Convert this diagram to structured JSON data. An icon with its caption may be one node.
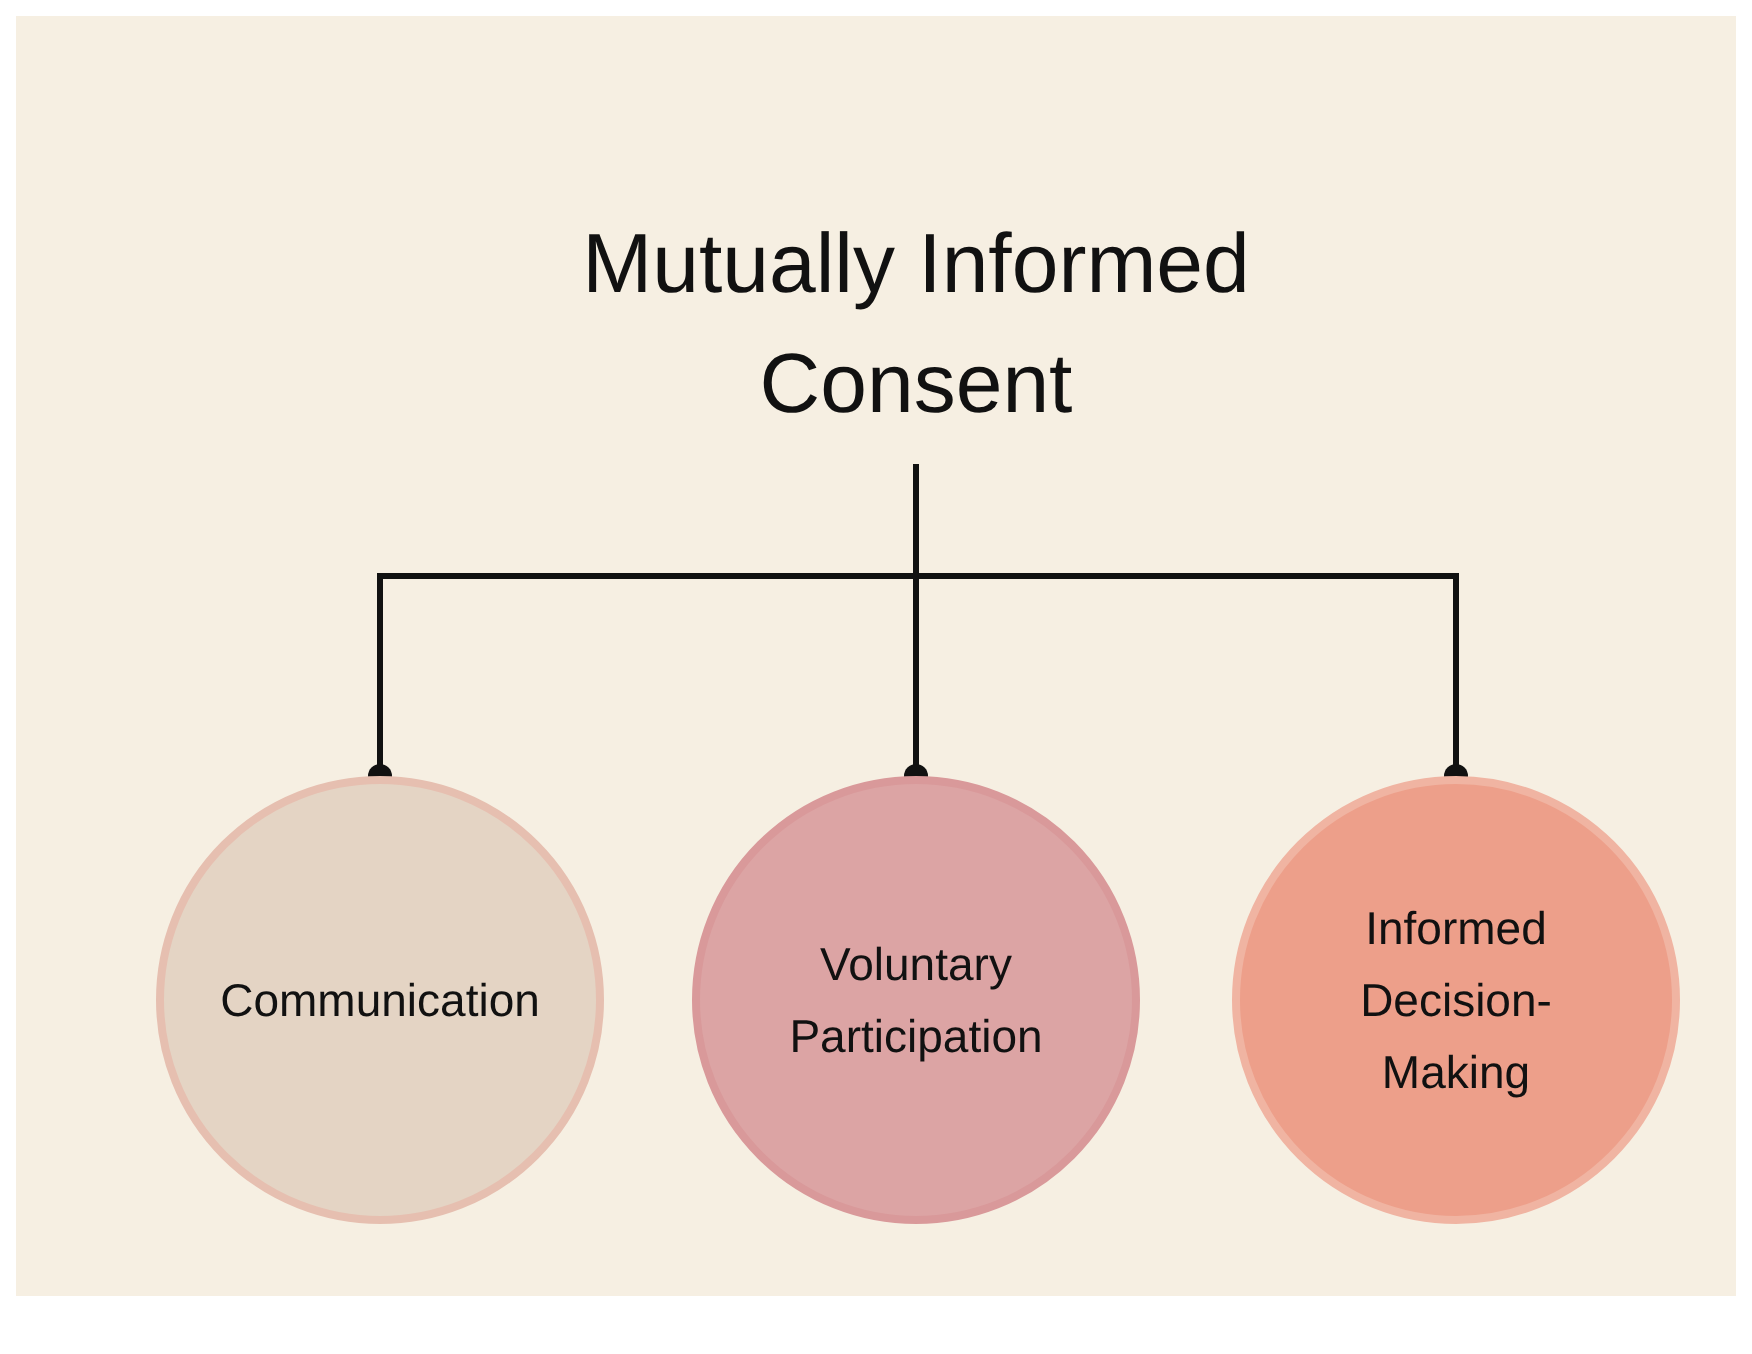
{
  "diagram": {
    "nodes": [
      {
        "text": [
          "Mutually Informed Consent"
        ]
      },
      {
        "text": [
          "Communication"
        ]
      },
      {
        "text": [
          "Voluntary Participation"
        ]
      },
      {
        "text": [
          "Informed Decision-Making"
        ]
      }
    ],
    "edges": [
      {
        "from": 0,
        "to": 1,
        "arrow": "other"
      },
      {
        "from": 0,
        "to": 2,
        "arrow": "other"
      },
      {
        "from": 0,
        "to": 3,
        "arrow": "other"
      }
    ]
  }
}
